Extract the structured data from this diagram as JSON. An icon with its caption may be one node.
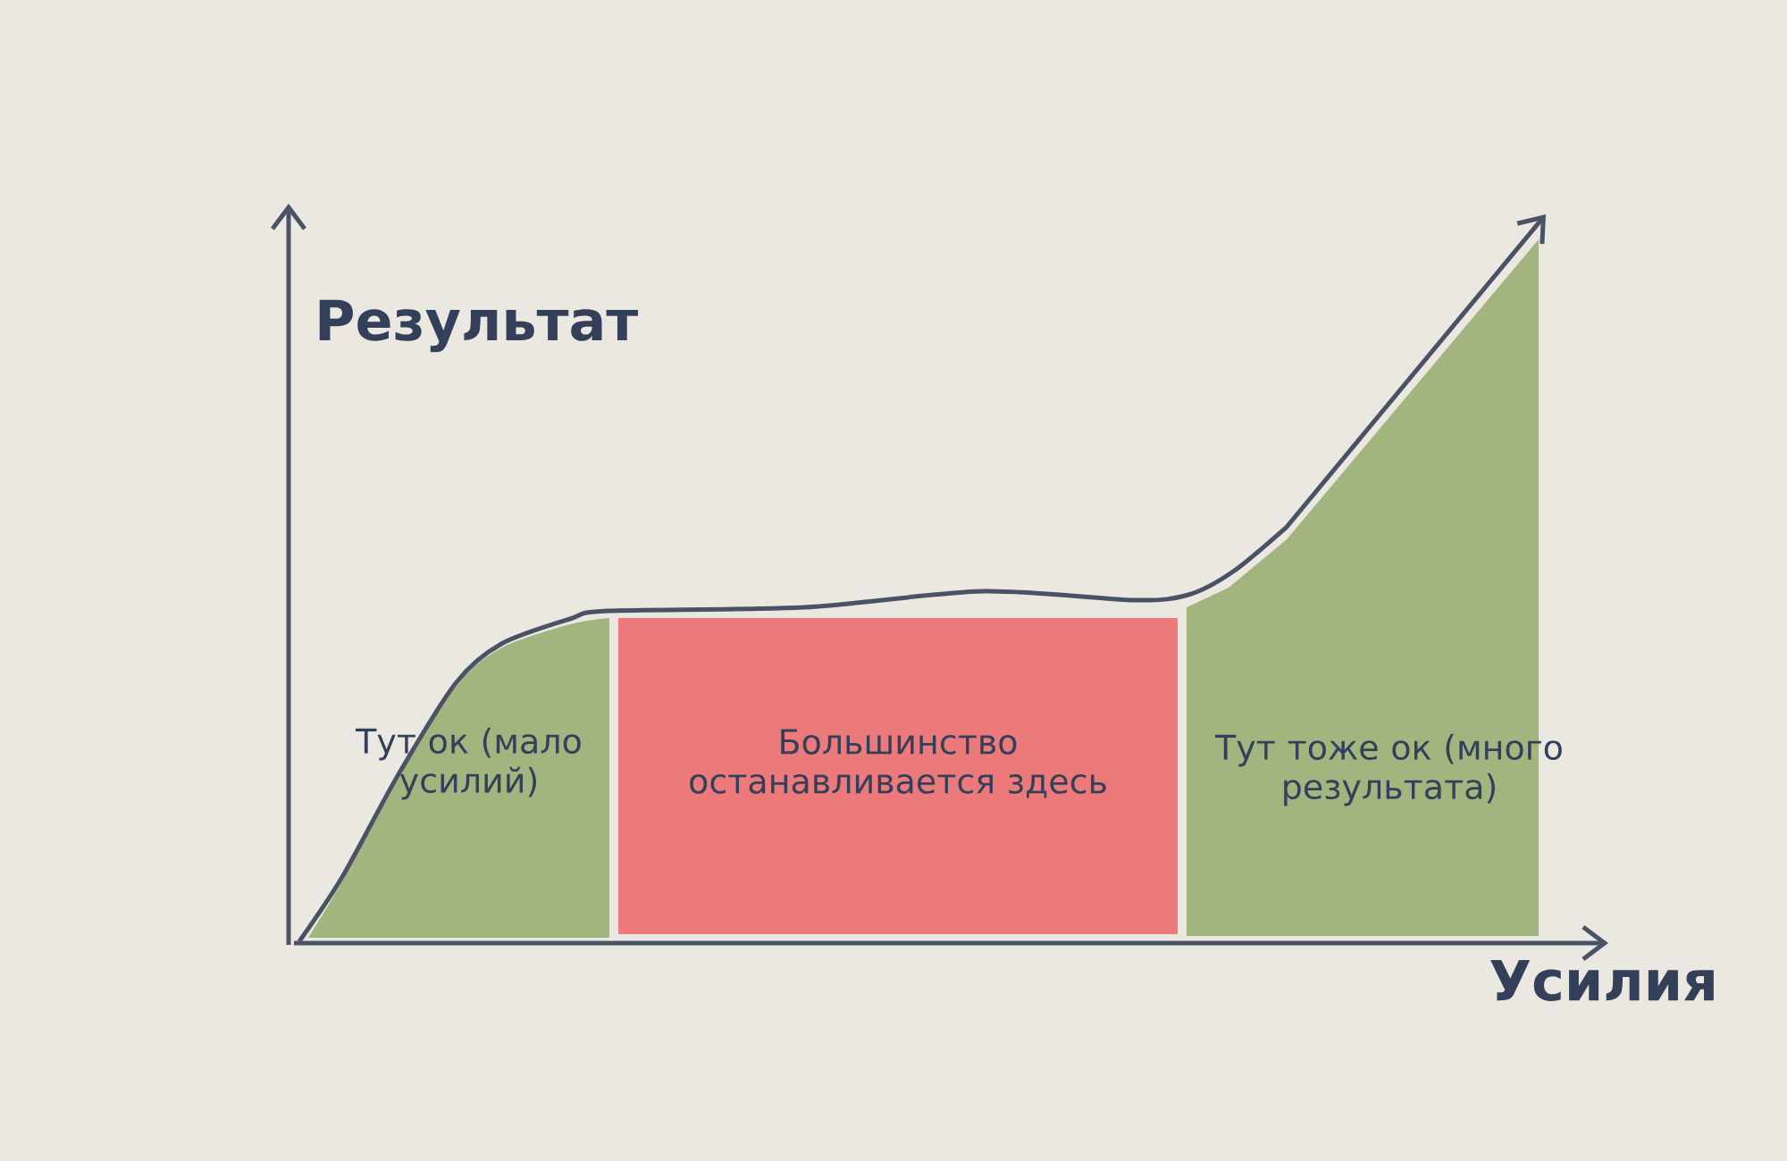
{
  "diagram": {
    "nodes": [
      {
        "text": [
          "Тут ок (мало усилий)"
        ]
      },
      {
        "text": [
          "Большинство останавливается здесь"
        ]
      },
      {
        "text": [
          "Тут тоже ок (много результата)"
        ]
      }
    ],
    "labels": [
      "Результат",
      "Усилия"
    ]
  }
}
